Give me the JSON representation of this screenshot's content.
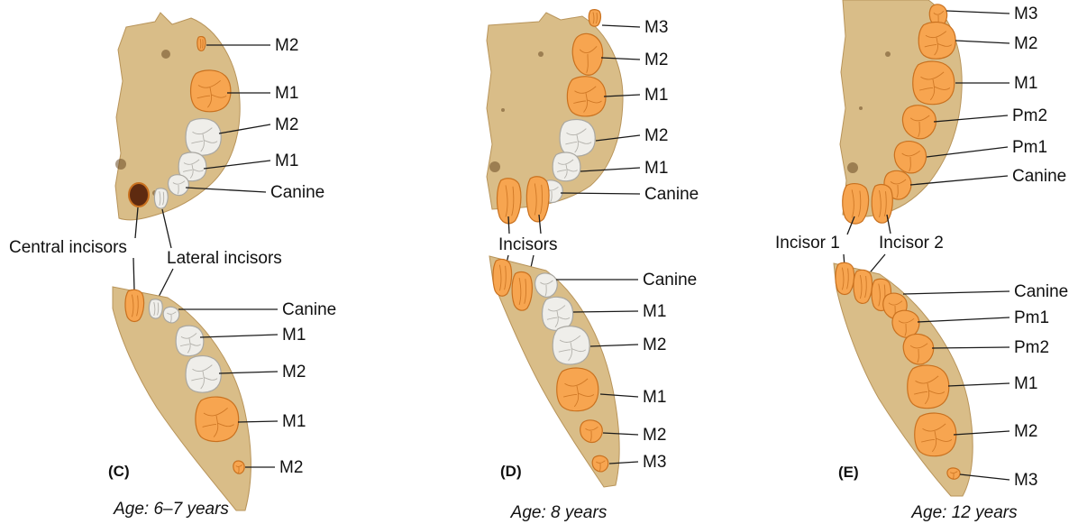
{
  "colors": {
    "bone": "#d9bd88",
    "bone_edge": "#b8945a",
    "permanent_tooth": "#f7a550",
    "permanent_edge": "#c9711f",
    "deciduous_tooth": "#efeeea",
    "deciduous_edge": "#a9a7a1",
    "socket": "#5e2a10",
    "label": "#111111"
  },
  "panels": [
    {
      "panel_label": "(C)",
      "age": "Age: 6–7 years",
      "upper_labels": [
        "M2",
        "M1",
        "M2",
        "M1",
        "Canine"
      ],
      "incisor_labels": [
        "Central incisors",
        "Lateral incisors"
      ],
      "lower_labels": [
        "Canine",
        "M1",
        "M2",
        "M1",
        "M2"
      ]
    },
    {
      "panel_label": "(D)",
      "age": "Age: 8 years",
      "upper_labels": [
        "M3",
        "M2",
        "M1",
        "M2",
        "M1",
        "Canine"
      ],
      "incisor_labels": [
        "Incisors"
      ],
      "lower_labels": [
        "Canine",
        "M1",
        "M2",
        "M1",
        "M2",
        "M3"
      ]
    },
    {
      "panel_label": "(E)",
      "age": "Age: 12 years",
      "upper_labels": [
        "M3",
        "M2",
        "M1",
        "Pm2",
        "Pm1",
        "Canine"
      ],
      "incisor_labels": [
        "Incisor 1",
        "Incisor 2"
      ],
      "lower_labels": [
        "Canine",
        "Pm1",
        "Pm2",
        "M1",
        "M2",
        "M3"
      ]
    }
  ]
}
